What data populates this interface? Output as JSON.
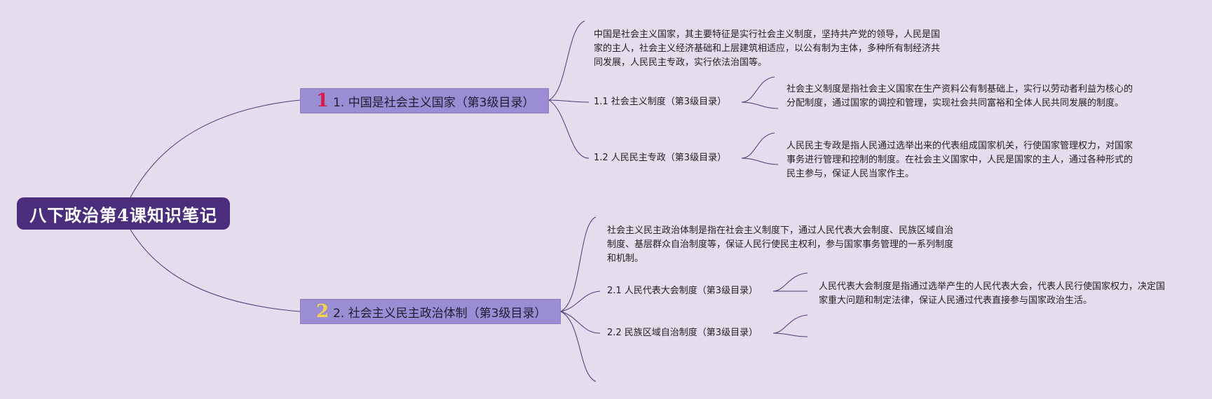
{
  "root": {
    "title": "八下政治第4课知识笔记"
  },
  "branches": [
    {
      "number": "1",
      "number_color": "#d81b4a",
      "title": "1. 中国是社会主义国家（第3级目录）",
      "description": "中国是社会主义国家，其主要特征是实行社会主义制度，坚持共产党的领导，人民是国家的主人，社会主义经济基础和上层建筑相适应，以公有制为主体，多种所有制经济共同发展，人民民主专政，实行依法治国等。",
      "subs": [
        {
          "title": "1.1 社会主义制度（第3级目录）",
          "detail": "社会主义制度是指社会主义国家在生产资料公有制基础上，实行以劳动者利益为核心的分配制度，通过国家的调控和管理，实现社会共同富裕和全体人民共同发展的制度。"
        },
        {
          "title": "1.2 人民民主专政（第3级目录）",
          "detail": "人民民主专政是指人民通过选举出来的代表组成国家机关，行使国家管理权力，对国家事务进行管理和控制的制度。在社会主义国家中，人民是国家的主人，通过各种形式的民主参与，保证人民当家作主。"
        }
      ]
    },
    {
      "number": "2",
      "number_color": "#f3d34a",
      "title": "2. 社会主义民主政治体制（第3级目录）",
      "description": "社会主义民主政治体制是指在社会主义制度下，通过人民代表大会制度、民族区域自治制度、基层群众自治制度等，保证人民行使民主权利，参与国家事务管理的一系列制度和机制。",
      "subs": [
        {
          "title": "2.1 人民代表大会制度（第3级目录）",
          "detail": "人民代表大会制度是指通过选举产生的人民代表大会，代表人民行使国家权力，决定国家重大问题和制定法律，保证人民通过代表直接参与国家政治生活。"
        },
        {
          "title": "2.2 民族区域自治制度（第3级目录）",
          "detail": ""
        }
      ]
    }
  ],
  "colors": {
    "background": "#e5dcee",
    "root_fill": "#4a2e7c",
    "branch_fill": "#9b8dd4",
    "connector": "#4a3a78"
  }
}
